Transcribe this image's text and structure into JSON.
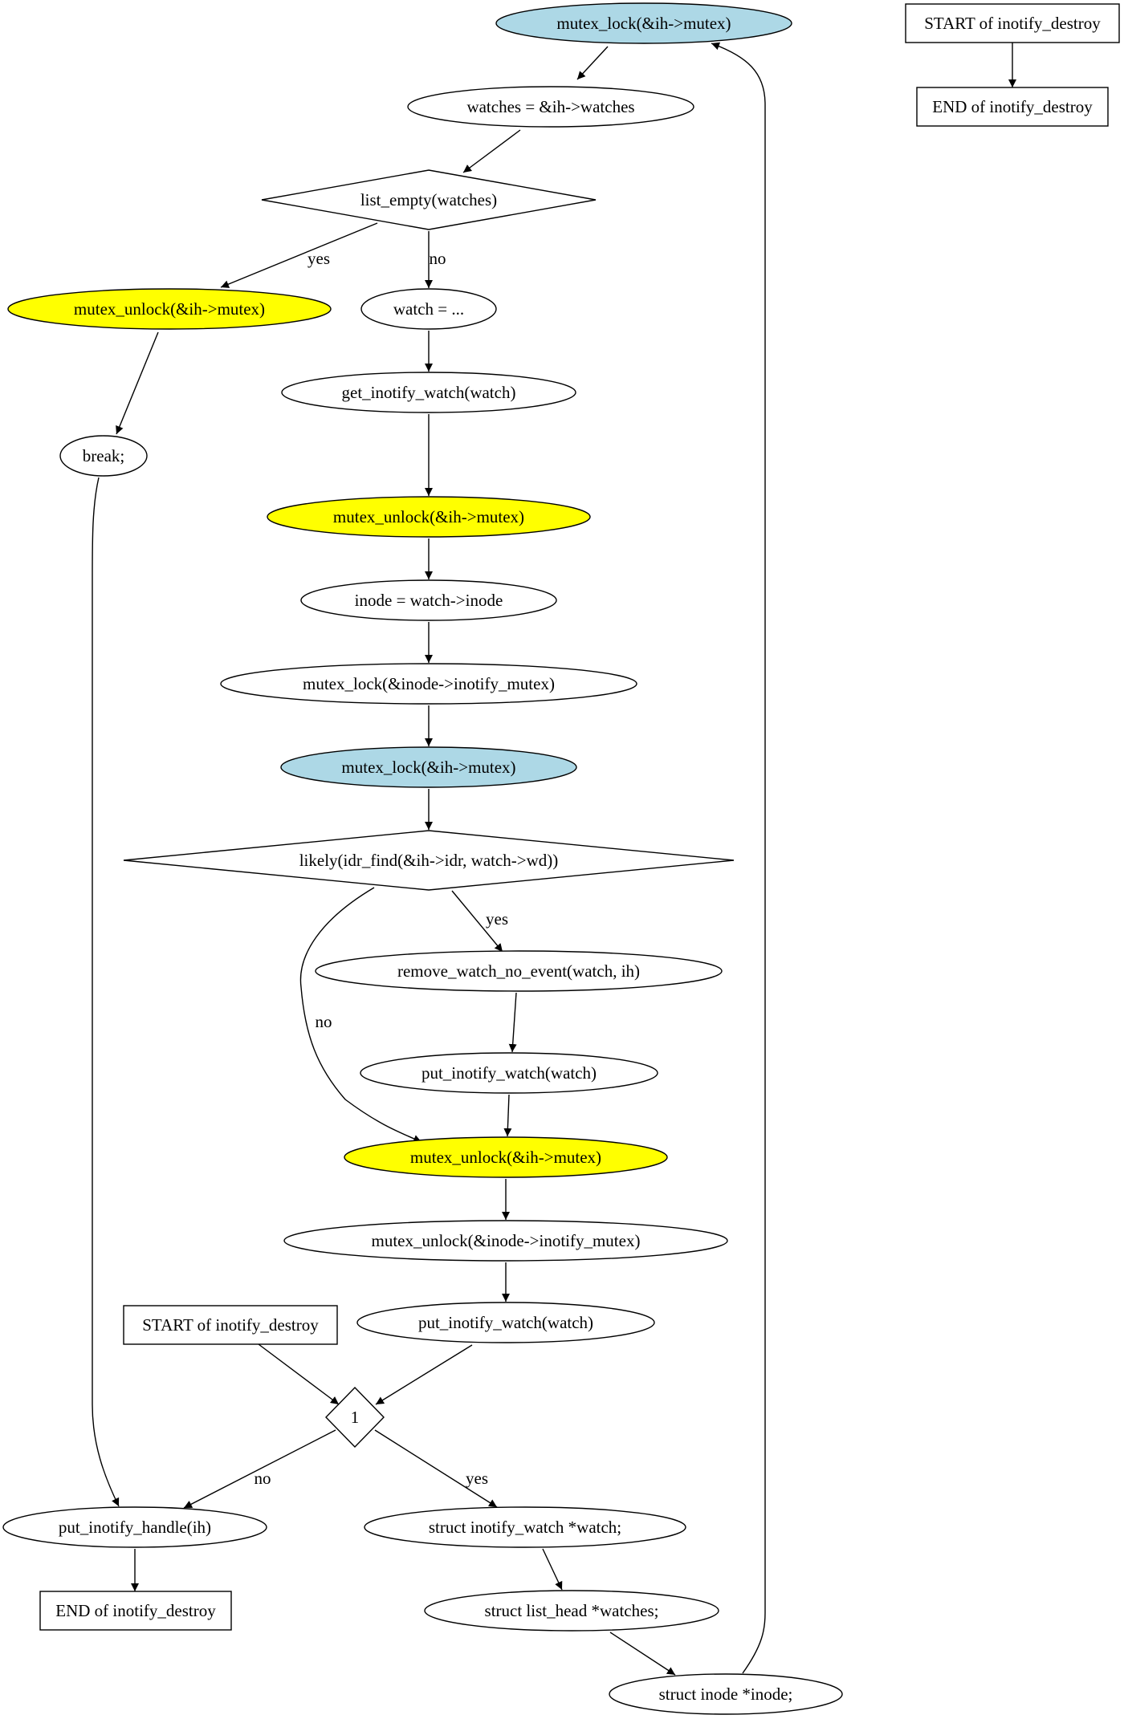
{
  "colors": {
    "lock_fill": "#add8e6",
    "unlock_fill": "#ffff00",
    "default_fill": "#ffffff",
    "line": "#000000"
  },
  "nodes": {
    "mutex_lock_top": {
      "label": "mutex_lock(&ih->mutex)",
      "shape": "ellipse",
      "style": "lock"
    },
    "watches_assign": {
      "label": "watches = &ih->watches",
      "shape": "ellipse",
      "style": "default"
    },
    "list_empty": {
      "label": "list_empty(watches)",
      "shape": "diamond",
      "style": "default"
    },
    "mutex_unlock_left": {
      "label": "mutex_unlock(&ih->mutex)",
      "shape": "ellipse",
      "style": "unlock"
    },
    "watch_assign": {
      "label": "watch = ...",
      "shape": "ellipse",
      "style": "default"
    },
    "get_inotify_watch": {
      "label": "get_inotify_watch(watch)",
      "shape": "ellipse",
      "style": "default"
    },
    "break_stmt": {
      "label": "break;",
      "shape": "ellipse",
      "style": "default"
    },
    "mutex_unlock_mid": {
      "label": "mutex_unlock(&ih->mutex)",
      "shape": "ellipse",
      "style": "unlock"
    },
    "inode_assign": {
      "label": "inode = watch->inode",
      "shape": "ellipse",
      "style": "default"
    },
    "mutex_lock_inode": {
      "label": "mutex_lock(&inode->inotify_mutex)",
      "shape": "ellipse",
      "style": "default"
    },
    "mutex_lock_mid": {
      "label": "mutex_lock(&ih->mutex)",
      "shape": "ellipse",
      "style": "lock"
    },
    "likely_idr_find": {
      "label": "likely(idr_find(&ih->idr, watch->wd))",
      "shape": "diamond",
      "style": "default"
    },
    "remove_watch": {
      "label": "remove_watch_no_event(watch, ih)",
      "shape": "ellipse",
      "style": "default"
    },
    "put_watch_1": {
      "label": "put_inotify_watch(watch)",
      "shape": "ellipse",
      "style": "default"
    },
    "mutex_unlock_low": {
      "label": "mutex_unlock(&ih->mutex)",
      "shape": "ellipse",
      "style": "unlock"
    },
    "mutex_unlock_inode": {
      "label": "mutex_unlock(&inode->inotify_mutex)",
      "shape": "ellipse",
      "style": "default"
    },
    "put_watch_2": {
      "label": "put_inotify_watch(watch)",
      "shape": "ellipse",
      "style": "default"
    },
    "start_main": {
      "label": "START of inotify_destroy",
      "shape": "box",
      "style": "default"
    },
    "decision_one": {
      "label": "1",
      "shape": "diamond",
      "style": "default"
    },
    "put_handle": {
      "label": "put_inotify_handle(ih)",
      "shape": "ellipse",
      "style": "default"
    },
    "struct_watch": {
      "label": "struct inotify_watch *watch;",
      "shape": "ellipse",
      "style": "default"
    },
    "end_main": {
      "label": "END of inotify_destroy",
      "shape": "box",
      "style": "default"
    },
    "struct_list_head": {
      "label": "struct list_head *watches;",
      "shape": "ellipse",
      "style": "default"
    },
    "struct_inode": {
      "label": "struct inode *inode;",
      "shape": "ellipse",
      "style": "default"
    },
    "start_side": {
      "label": "START of inotify_destroy",
      "shape": "box",
      "style": "default"
    },
    "end_side": {
      "label": "END of inotify_destroy",
      "shape": "box",
      "style": "default"
    }
  },
  "edges": [
    {
      "from": "mutex_lock_top",
      "to": "watches_assign",
      "label": ""
    },
    {
      "from": "watches_assign",
      "to": "list_empty",
      "label": ""
    },
    {
      "from": "list_empty",
      "to": "mutex_unlock_left",
      "label": "yes"
    },
    {
      "from": "list_empty",
      "to": "watch_assign",
      "label": "no"
    },
    {
      "from": "mutex_unlock_left",
      "to": "break_stmt",
      "label": ""
    },
    {
      "from": "watch_assign",
      "to": "get_inotify_watch",
      "label": ""
    },
    {
      "from": "get_inotify_watch",
      "to": "mutex_unlock_mid",
      "label": ""
    },
    {
      "from": "break_stmt",
      "to": "put_handle",
      "label": ""
    },
    {
      "from": "mutex_unlock_mid",
      "to": "inode_assign",
      "label": ""
    },
    {
      "from": "inode_assign",
      "to": "mutex_lock_inode",
      "label": ""
    },
    {
      "from": "mutex_lock_inode",
      "to": "mutex_lock_mid",
      "label": ""
    },
    {
      "from": "mutex_lock_mid",
      "to": "likely_idr_find",
      "label": ""
    },
    {
      "from": "likely_idr_find",
      "to": "remove_watch",
      "label": "yes"
    },
    {
      "from": "likely_idr_find",
      "to": "mutex_unlock_low",
      "label": "no"
    },
    {
      "from": "remove_watch",
      "to": "put_watch_1",
      "label": ""
    },
    {
      "from": "put_watch_1",
      "to": "mutex_unlock_low",
      "label": ""
    },
    {
      "from": "mutex_unlock_low",
      "to": "mutex_unlock_inode",
      "label": ""
    },
    {
      "from": "mutex_unlock_inode",
      "to": "put_watch_2",
      "label": ""
    },
    {
      "from": "start_main",
      "to": "decision_one",
      "label": ""
    },
    {
      "from": "put_watch_2",
      "to": "decision_one",
      "label": ""
    },
    {
      "from": "decision_one",
      "to": "put_handle",
      "label": "no"
    },
    {
      "from": "decision_one",
      "to": "struct_watch",
      "label": "yes"
    },
    {
      "from": "put_handle",
      "to": "end_main",
      "label": ""
    },
    {
      "from": "struct_watch",
      "to": "struct_list_head",
      "label": ""
    },
    {
      "from": "struct_list_head",
      "to": "struct_inode",
      "label": ""
    },
    {
      "from": "struct_inode",
      "to": "mutex_lock_top",
      "label": ""
    },
    {
      "from": "start_side",
      "to": "end_side",
      "label": ""
    }
  ]
}
